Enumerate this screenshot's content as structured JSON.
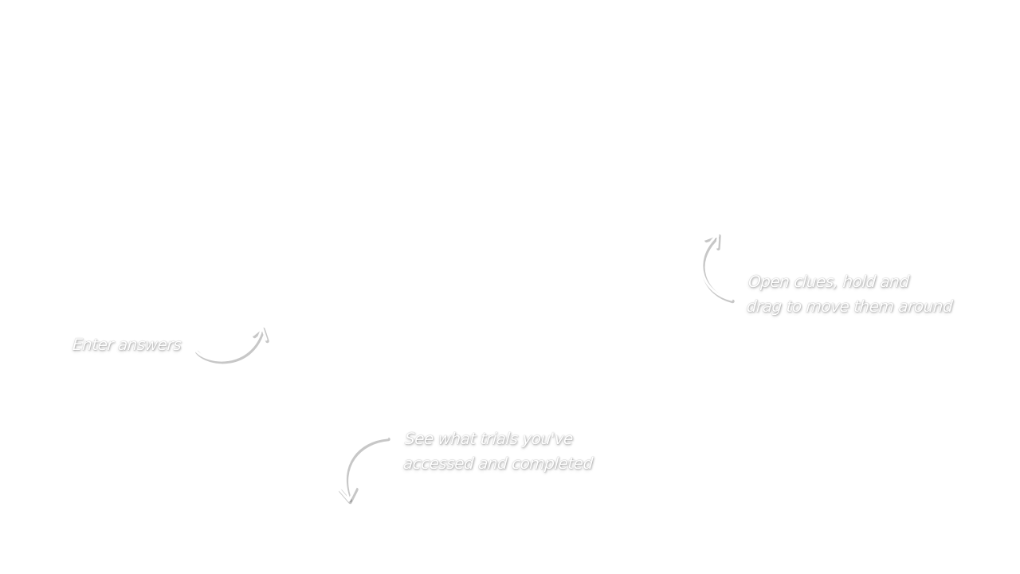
{
  "overlay": {
    "background": "#ffffff",
    "text_color": "#ffffff",
    "shadow_color": "#9a9a9a"
  },
  "hints": [
    {
      "id": "enter-answers",
      "lines": [
        "Enter answers"
      ],
      "arrow": "curved-arrow-up-right"
    },
    {
      "id": "open-clues",
      "lines": [
        "Open clues, hold and",
        "drag to move them around"
      ],
      "arrow": "curved-arrow-up"
    },
    {
      "id": "trials",
      "lines": [
        "See what trials you've",
        "accessed and completed"
      ],
      "arrow": "curved-arrow-down"
    }
  ]
}
